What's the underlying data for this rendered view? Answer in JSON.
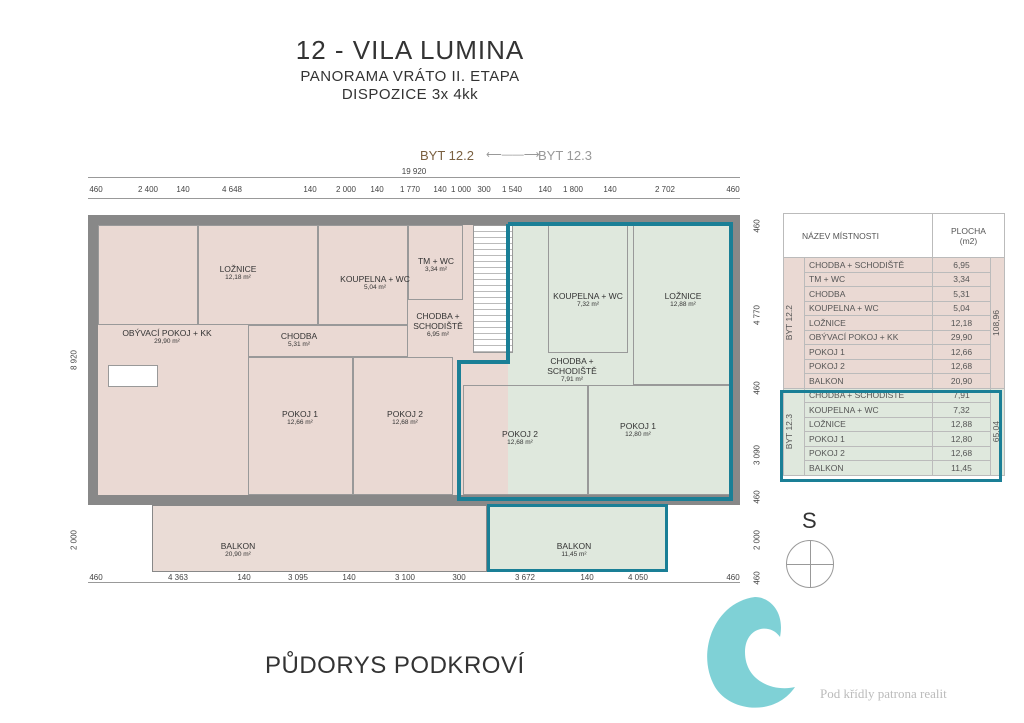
{
  "header": {
    "title": "12 - VILA LUMINA",
    "subtitle": "PANORAMA VRÁTO II. ETAPA",
    "layout": "DISPOZICE 3x 4kk"
  },
  "units": {
    "left": "BYT 12.2",
    "right": "BYT 12.3",
    "arrow": "⟵——⟶"
  },
  "dims_top_total": "19 920",
  "dims_top": [
    "460",
    "2 400",
    "140",
    "4 648",
    "140",
    "2 000",
    "140",
    "1 770",
    "140",
    "1 000",
    "300",
    "1 540",
    "140",
    "1 800",
    "140",
    "2 702",
    "460"
  ],
  "dims_bottom": [
    "460",
    "4 363",
    "140",
    "3 095",
    "140",
    "3 100",
    "300",
    "3 672",
    "140",
    "4 050",
    "460"
  ],
  "dims_right": [
    "460",
    "4 770",
    "460",
    "3 090",
    "460",
    "2 000",
    "460"
  ],
  "dims_left": [
    "8 920",
    "2 000"
  ],
  "rooms": [
    {
      "name": "LOŽNICE",
      "area": "12,18 m²"
    },
    {
      "name": "KOUPELNA + WC",
      "area": "5,04 m²"
    },
    {
      "name": "TM + WC",
      "area": "3,34 m²"
    },
    {
      "name": "CHODBA + SCHODIŠTĚ",
      "area": "6,95 m²"
    },
    {
      "name": "OBÝVACÍ POKOJ + KK",
      "area": "29,90 m²"
    },
    {
      "name": "CHODBA",
      "area": "5,31 m²"
    },
    {
      "name": "POKOJ 1",
      "area": "12,66 m²"
    },
    {
      "name": "POKOJ 2",
      "area": "12,68 m²"
    },
    {
      "name": "BALKON",
      "area": "20,90 m²"
    },
    {
      "name": "KOUPELNA + WC",
      "area": "7,32 m²"
    },
    {
      "name": "LOŽNICE",
      "area": "12,88 m²"
    },
    {
      "name": "CHODBA + SCHODIŠTĚ",
      "area": "7,91 m²"
    },
    {
      "name": "POKOJ 2",
      "area": "12,68 m²"
    },
    {
      "name": "POKOJ 1",
      "area": "12,80 m²"
    },
    {
      "name": "BALKON",
      "area": "11,45 m²"
    }
  ],
  "table": {
    "header_name": "NÁZEV MÍSTNOSTI",
    "header_area": "PLOCHA",
    "header_unit": "(m2)",
    "groups": [
      {
        "unit": "BYT 12.2",
        "total": "108,96",
        "rows": [
          [
            "CHODBA + SCHODIŠTĚ",
            "6,95"
          ],
          [
            "TM + WC",
            "3,34"
          ],
          [
            "CHODBA",
            "5,31"
          ],
          [
            "KOUPELNA + WC",
            "5,04"
          ],
          [
            "LOŽNICE",
            "12,18"
          ],
          [
            "OBÝVACÍ POKOJ + KK",
            "29,90"
          ],
          [
            "POKOJ 1",
            "12,66"
          ],
          [
            "POKOJ 2",
            "12,68"
          ],
          [
            "BALKON",
            "20,90"
          ]
        ]
      },
      {
        "unit": "BYT 12.3",
        "total": "65,04",
        "rows": [
          [
            "CHODBA + SCHODIŠTĚ",
            "7,91"
          ],
          [
            "KOUPELNA + WC",
            "7,32"
          ],
          [
            "LOŽNICE",
            "12,88"
          ],
          [
            "POKOJ 1",
            "12,80"
          ],
          [
            "POKOJ 2",
            "12,68"
          ],
          [
            "BALKON",
            "11,45"
          ]
        ]
      }
    ]
  },
  "compass": "S",
  "footer": "PŮDORYS PODKROVÍ",
  "watermark": "Pod křídly patrona realit",
  "colors": {
    "accent": "#1a7f96",
    "unit_left": "#ead9d3",
    "unit_right": "#dfe8dd"
  }
}
